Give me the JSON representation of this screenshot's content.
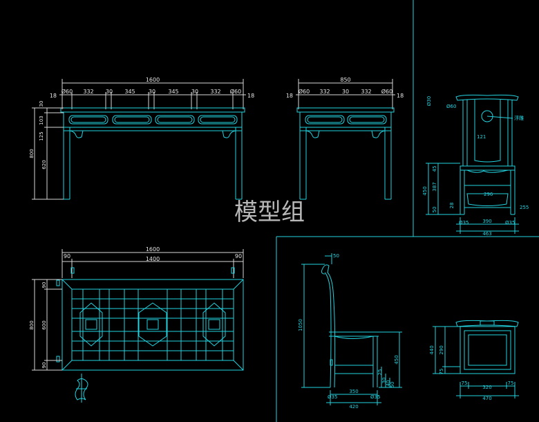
{
  "watermark": "模型组",
  "table_front": {
    "overall": "1600",
    "segments": [
      "18",
      "Ø60",
      "332",
      "30",
      "345",
      "30",
      "345",
      "30",
      "332",
      "Ø60",
      "18"
    ],
    "heights": [
      "800",
      "620",
      "125",
      "103",
      "30"
    ]
  },
  "table_side": {
    "overall": "850",
    "segments": [
      "18",
      "Ø60",
      "332",
      "30",
      "332",
      "Ø60",
      "18"
    ]
  },
  "table_plan": {
    "overall": "1600",
    "inner": "1400",
    "left_margin": "90",
    "right_margin": "90",
    "depth": "800",
    "depth_inner": "600",
    "depth_top": "90",
    "depth_bottom": "90"
  },
  "chair_front": {
    "top_dims": [
      "Ø30",
      "Ø60"
    ],
    "labels": [
      "121",
      "387",
      "255",
      "50",
      "45",
      "450",
      "28",
      "296"
    ],
    "note": "浮雕",
    "bottom": [
      "390",
      "463"
    ],
    "bottom_small": [
      "Ø35",
      "Ø35"
    ]
  },
  "chair_side": {
    "height": "1050",
    "top": "50",
    "seat": "450",
    "dims": [
      "350",
      "420",
      "Ø35",
      "Ø35"
    ],
    "small": [
      "25",
      "30",
      "40",
      "50"
    ]
  },
  "chair_plan": {
    "depth": [
      "440",
      "290",
      "75"
    ],
    "width": [
      "75",
      "320",
      "75",
      "470"
    ]
  }
}
